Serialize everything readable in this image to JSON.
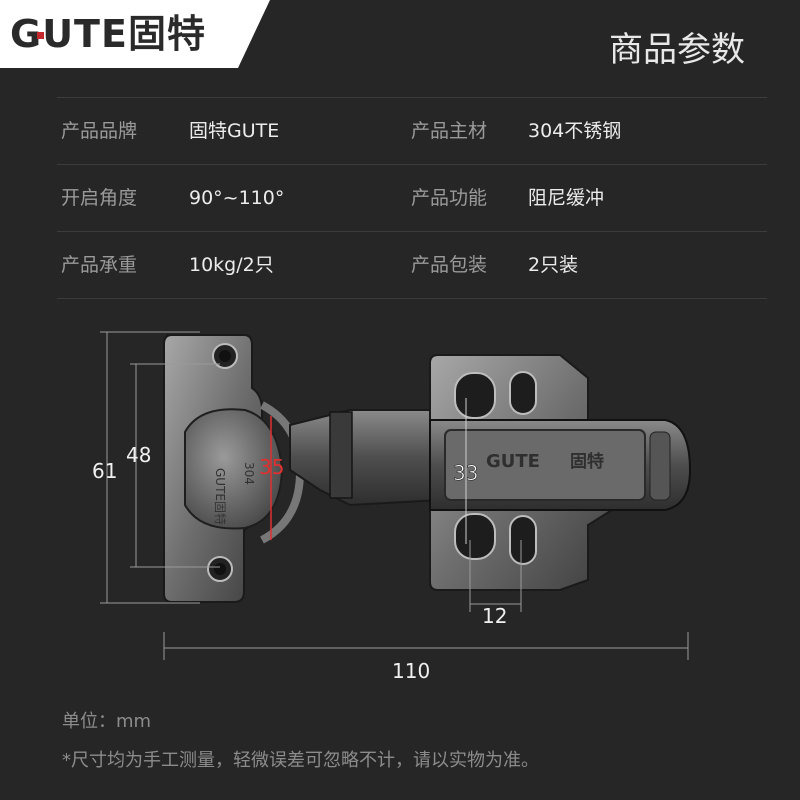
{
  "brand": {
    "logo_latin": "GUTE",
    "logo_cn": "固特",
    "accent_color": "#c3262b"
  },
  "page_title": "商品参数",
  "specs": [
    {
      "label": "产品品牌",
      "value": "固特GUTE",
      "label2": "产品主材",
      "value2": "304不锈钢"
    },
    {
      "label": "开启角度",
      "value": "90°~110°",
      "label2": "产品功能",
      "value2": "阻尼缓冲"
    },
    {
      "label": "产品承重",
      "value": "10kg/2只",
      "label2": "产品包装",
      "value2": "2只装"
    }
  ],
  "dimensions": {
    "height_total": "61",
    "height_holes": "48",
    "cup_diameter": "35",
    "arm_height": "33",
    "hole_spacing": "12",
    "total_length": "110"
  },
  "hinge_marks": {
    "cup_brand": "GUTE固特",
    "cup_material": "304",
    "arm_brand": "GUTE",
    "arm_cn": "固特"
  },
  "footer": {
    "unit": "单位：mm",
    "note": "*尺寸均为手工测量，轻微误差可忽略不计，请以实物为准。"
  }
}
